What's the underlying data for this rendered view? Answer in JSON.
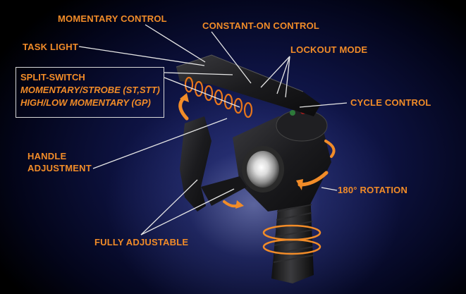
{
  "callouts": {
    "momentary_control": "MOMENTARY CONTROL",
    "constant_on_control": "CONSTANT-ON CONTROL",
    "task_light": "TASK LIGHT",
    "lockout_mode": "LOCKOUT MODE",
    "split_switch": {
      "title": "SPLIT-SWITCH",
      "line1": "MOMENTARY/STROBE (ST,STT)",
      "line2": "HIGH/LOW MOMENTARY (GP)"
    },
    "cycle_control": "CYCLE CONTROL",
    "handle_adjustment": [
      "HANDLE",
      "ADJUSTMENT"
    ],
    "rotation": "180° ROTATION",
    "fully_adjustable": "FULLY ADJUSTABLE"
  },
  "colors": {
    "label_orange": "#f28c28",
    "leader_line": "#e6e6e6",
    "background": "#0d1240"
  }
}
